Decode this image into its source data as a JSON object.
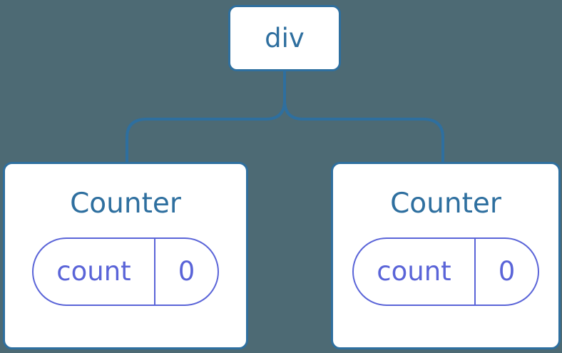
{
  "diagram": {
    "colors": {
      "background": "#4d6a74",
      "accent_blue": "#2e6f9f",
      "state_purple": "#5a64d8",
      "card_background": "#ffffff"
    },
    "root": {
      "label": "div"
    },
    "children": [
      {
        "title": "Counter",
        "state": {
          "key": "count",
          "value": "0"
        }
      },
      {
        "title": "Counter",
        "state": {
          "key": "count",
          "value": "0"
        }
      }
    ]
  }
}
